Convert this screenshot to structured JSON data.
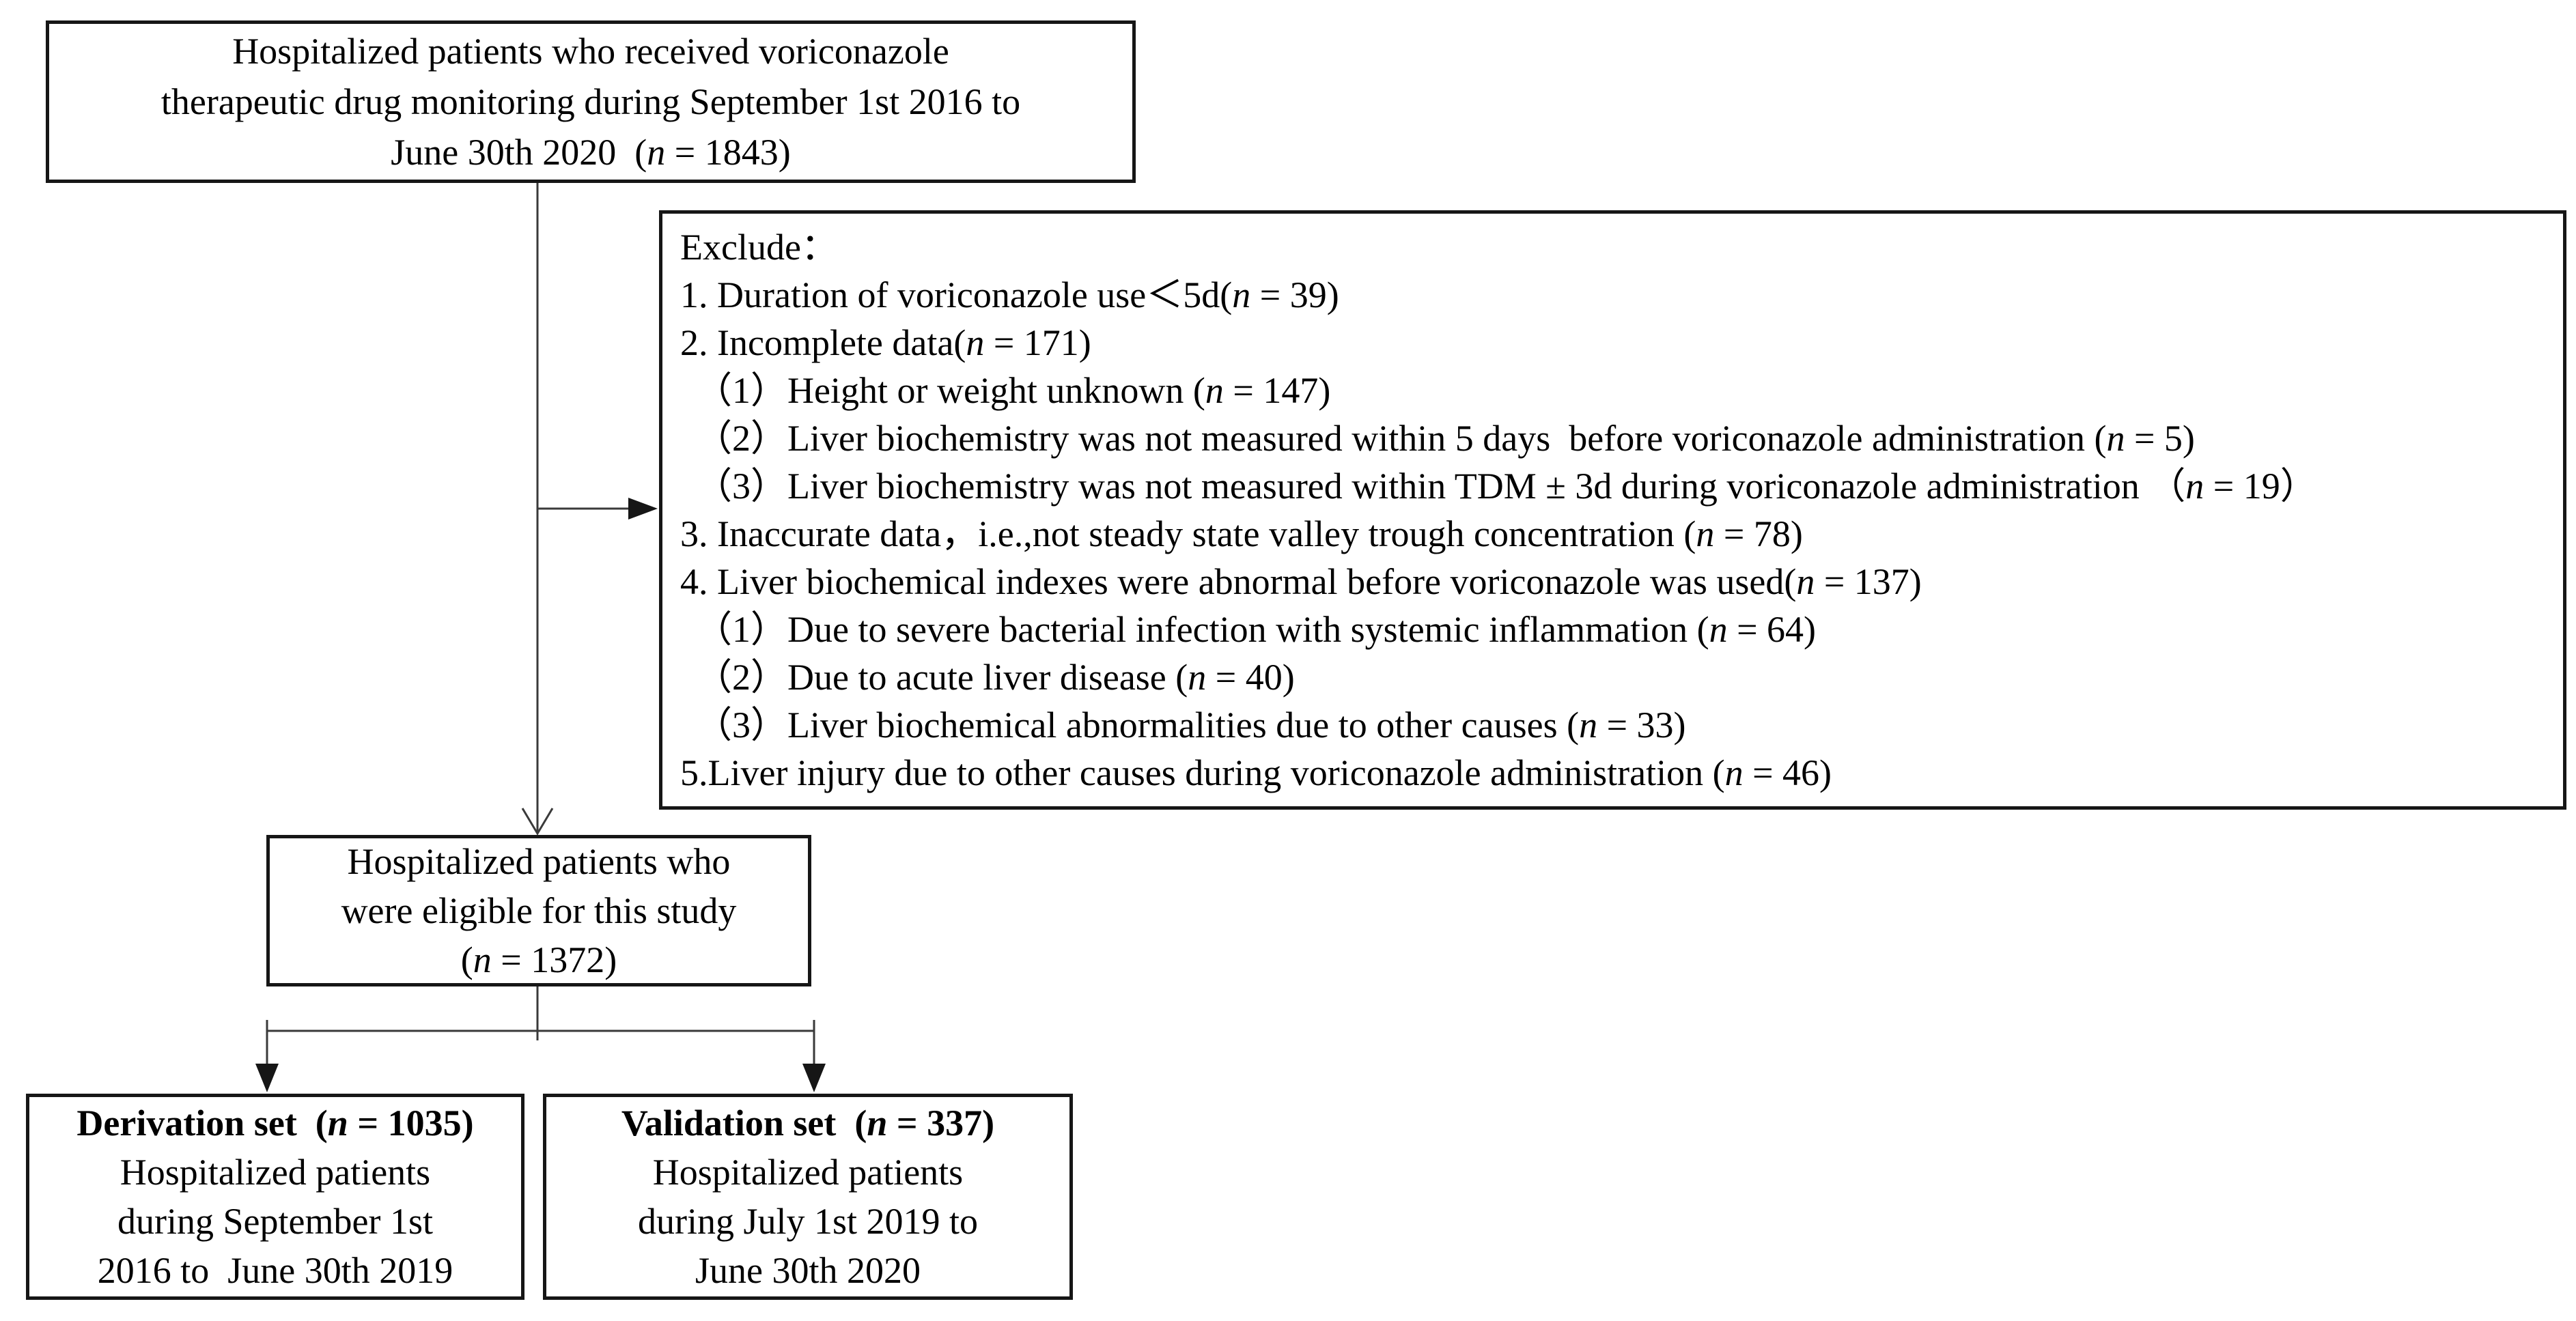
{
  "colors": {
    "background": "#ffffff",
    "border": "#161616",
    "text": "#000000",
    "line": "#3a3a3a"
  },
  "boxes": {
    "screened": {
      "lines": [
        "Hospitalized patients who received voriconazole",
        "therapeutic drug monitoring during September 1st 2016 to",
        "June 30th 2020  (n = 1843)"
      ]
    },
    "exclude": {
      "lines": [
        "Exclude：",
        "1. Duration of voriconazole use＜5d(n = 39)",
        "2. Incomplete data(n = 171)",
        "（1）Height or weight unknown (n = 147)",
        "（2）Liver biochemistry was not measured within 5 days  before voriconazole administration (n = 5)",
        "（3）Liver biochemistry was not measured within TDM ± 3d during voriconazole administration （n = 19）",
        "3. Inaccurate data，i.e.,not steady state valley trough concentration (n = 78)",
        "4. Liver biochemical indexes were abnormal before voriconazole was used(n = 137)",
        "（1）Due to severe bacterial infection with systemic inflammation (n = 64)",
        "（2）Due to acute liver disease (n = 40)",
        "（3）Liver biochemical abnormalities due to other causes (n = 33)",
        "5.Liver injury due to other causes during voriconazole administration (n = 46)"
      ]
    },
    "eligible": {
      "lines": [
        "Hospitalized patients who",
        "were eligible for this study",
        "(n = 1372)"
      ]
    },
    "derivation": {
      "title": "Derivation set  (n = 1035)",
      "lines": [
        "Hospitalized patients",
        "during September 1st",
        "2016 to  June 30th 2019"
      ]
    },
    "validation": {
      "title": "Validation set  (n = 337)",
      "lines": [
        "Hospitalized patients",
        "during July 1st 2019 to",
        "June 30th 2020"
      ]
    }
  }
}
